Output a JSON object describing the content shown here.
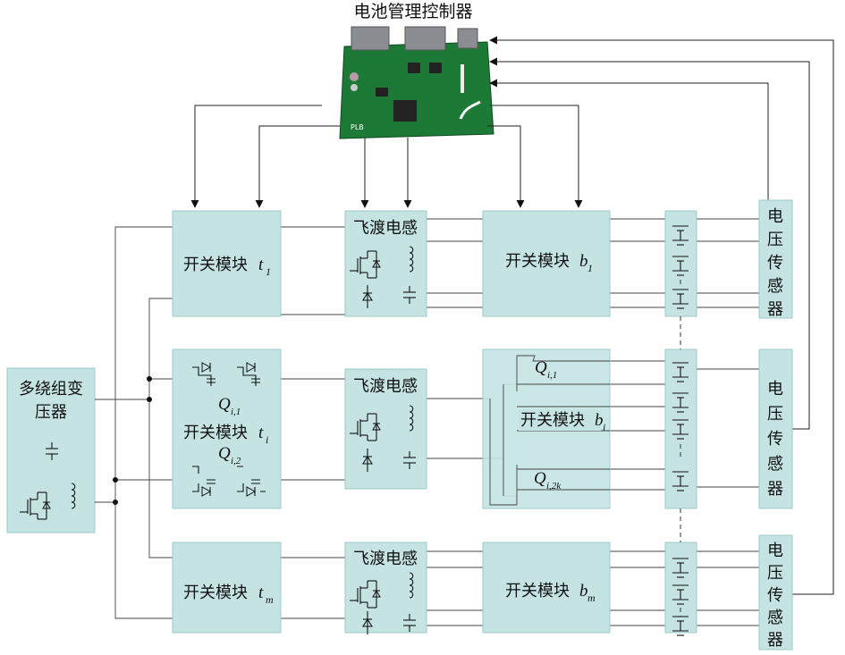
{
  "title": "电池管理控制器",
  "transformer": {
    "line1": "多绕组变",
    "line2": "压器"
  },
  "flying_inductor": "飞渡电感",
  "switch_t_prefix": "开关模块",
  "switch_b_prefix": "开关模块",
  "rows": [
    {
      "t_letter": "t",
      "t_sub": "1",
      "b_letter": "b",
      "b_sub": "1"
    },
    {
      "t_letter": "t",
      "t_sub": "i",
      "b_letter": "b",
      "b_sub": "i"
    },
    {
      "t_letter": "t",
      "t_sub": "m",
      "b_letter": "b",
      "b_sub": "m"
    }
  ],
  "sensor_chars": [
    "电",
    "压",
    "传",
    "感",
    "器"
  ],
  "q_labels": {
    "q_left_1": {
      "letter": "Q",
      "sub": "i,1"
    },
    "q_left_2": {
      "letter": "Q",
      "sub": "i,2"
    },
    "q_right_1": {
      "letter": "Q",
      "sub": "i,1"
    },
    "q_right_2": {
      "letter": "Q",
      "sub": "i,2k"
    }
  },
  "pcb_text": "PLB",
  "colors": {
    "module_fill": "#c5e3e3",
    "pcb_green": "#1c7a36",
    "line": "#222222"
  }
}
